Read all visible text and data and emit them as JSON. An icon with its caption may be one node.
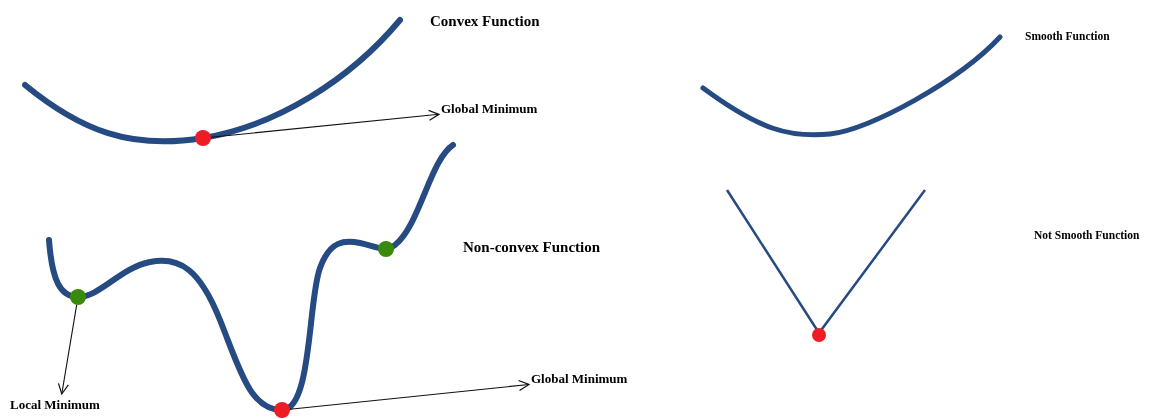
{
  "diagram": {
    "nodes": [
      {
        "text": [],
        "shape": "circle"
      },
      {
        "text": [
          "Global Minimum"
        ]
      },
      {
        "text": [],
        "shape": "circle"
      },
      {
        "text": [
          "Local Minimum"
        ]
      },
      {
        "text": [],
        "shape": "circle"
      },
      {
        "text": [
          "Global Minimum"
        ]
      }
    ],
    "edges": [
      {
        "from": 0,
        "to": 1,
        "arrow": "to"
      },
      {
        "from": 2,
        "to": 3,
        "arrow": "to"
      },
      {
        "from": 4,
        "to": 5,
        "arrow": "to"
      }
    ],
    "labels": [
      "Convex Function",
      "Smooth Function",
      "Non-convex Function",
      "Not Smooth Function"
    ]
  }
}
